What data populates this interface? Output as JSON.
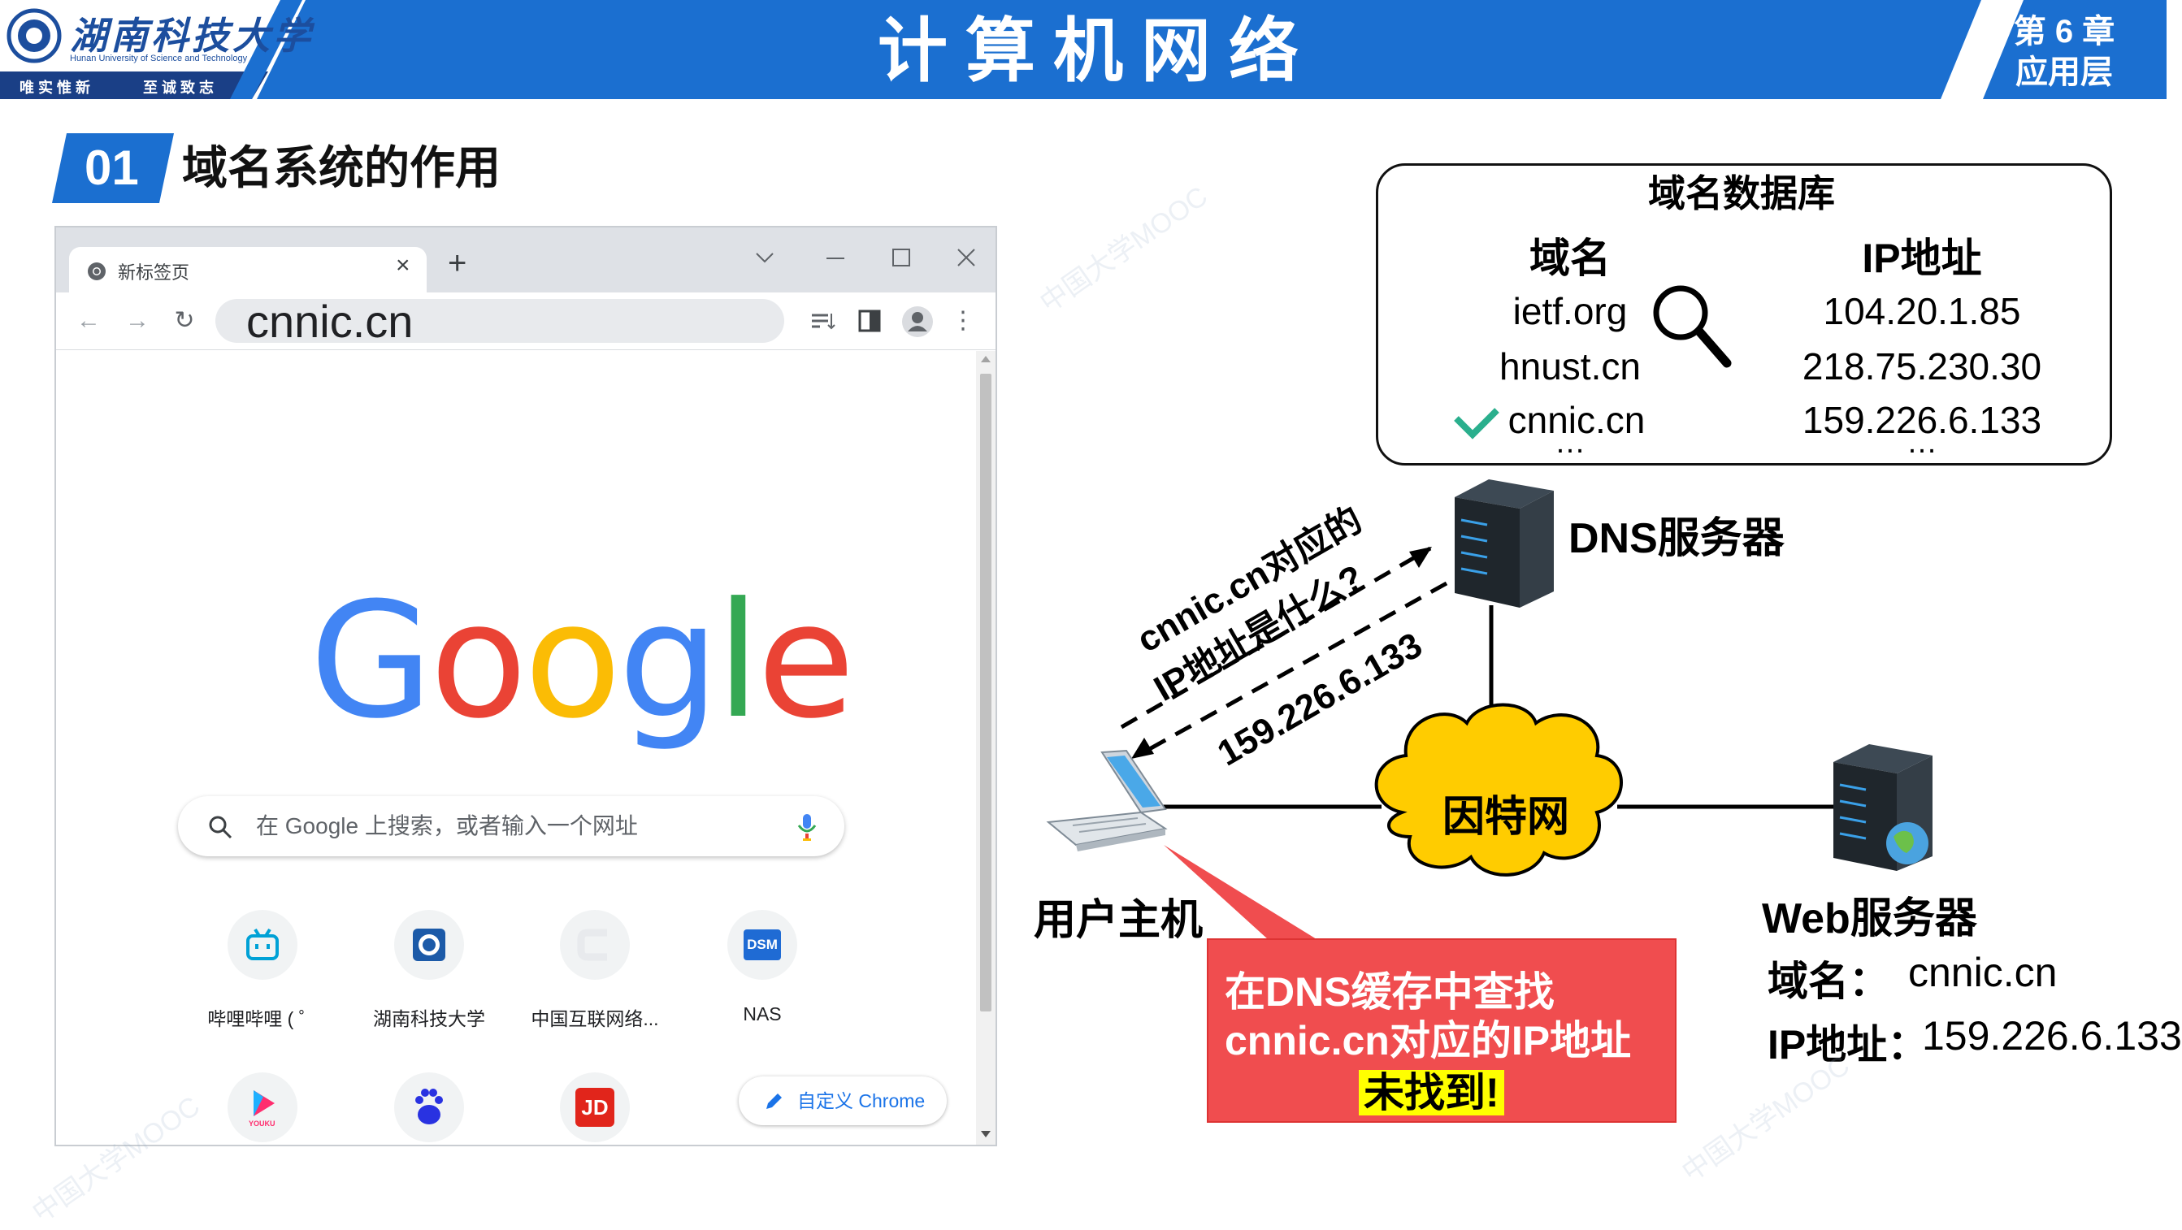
{
  "header": {
    "title": "计算机网络",
    "chapter_line1": "第 6 章",
    "chapter_line2": "应用层",
    "university_name": "湖南科技大学",
    "university_en": "Hunan University of Science and Technology",
    "motto_left": "唯实惟新",
    "motto_right": "至诚致志"
  },
  "section": {
    "number": "01",
    "title": "域名系统的作用"
  },
  "browser": {
    "tab_title": "新标签页",
    "tab_close": "×",
    "new_tab": "+",
    "address": "cnnic.cn",
    "google_letters": [
      "G",
      "o",
      "o",
      "g",
      "l",
      "e"
    ],
    "search_placeholder": "在 Google 上搜索，或者输入一个网址",
    "shortcuts": [
      {
        "label": "哔哩哔哩 ( ゜",
        "icon": "bilibili-icon"
      },
      {
        "label": "湖南科技大学",
        "icon": "hnust-icon"
      },
      {
        "label": "中国互联网络...",
        "icon": "cnnic-icon"
      },
      {
        "label": "NAS",
        "icon": "dsm-icon",
        "badge": "DSM"
      }
    ],
    "shortcut_row2_icons": [
      "youku-icon",
      "baidu-icon",
      "jd-icon"
    ],
    "shortcut_row2_badges": {
      "youku": "YOUKU",
      "jd": "JD"
    },
    "customize_label": "自定义 Chrome"
  },
  "database": {
    "title": "域名数据库",
    "col_domain": "域名",
    "col_ip": "IP地址",
    "rows": [
      {
        "domain": "ietf.org",
        "ip": "104.20.1.85"
      },
      {
        "domain": "hnust.cn",
        "ip": "218.75.230.30"
      },
      {
        "domain": "cnnic.cn",
        "ip": "159.226.6.133"
      }
    ],
    "ellipsis": "…"
  },
  "diagram": {
    "dns_server": "DNS服务器",
    "query": "cnnic.cn对应的IP地址是什么?",
    "query_line1": "cnnic.cn对应的",
    "query_line2": "IP地址是什么?",
    "reply": "159.226.6.133",
    "internet": "因特网",
    "user_host": "用户主机",
    "web_server": "Web服务器",
    "web_domain_label": "域名：",
    "web_domain": "cnnic.cn",
    "web_ip_label": "IP地址：",
    "web_ip": "159.226.6.133",
    "cache_line1": "在DNS缓存中查找",
    "cache_line2": "cnnic.cn对应的IP地址",
    "cache_result": "未找到!"
  },
  "watermark_text": "中国大学MOOC",
  "colors": {
    "header_blue": "#1b6fd0",
    "red_box": "#f04d4f",
    "highlight": "#ffff00",
    "check_green": "#2aaf8d",
    "cloud_yellow": "#ffcc00"
  }
}
